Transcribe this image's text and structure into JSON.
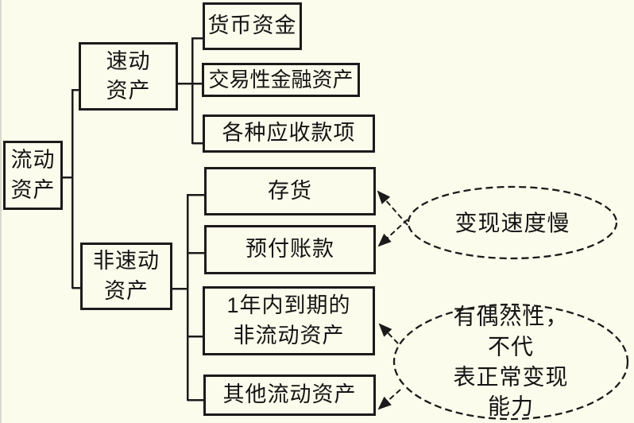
{
  "diagram": {
    "background_color": "#fcfcec",
    "line_color": "#1b1b1b",
    "text_color": "#141414",
    "nodes": {
      "current_assets": {
        "label": "流动\n资产"
      },
      "quick_assets": {
        "label": "速动\n资产"
      },
      "non_quick_assets": {
        "label": "非速动\n资产"
      },
      "monetary_funds": {
        "label": "货币资金"
      },
      "trading_financial_assets": {
        "label": "交易性金融资产"
      },
      "receivables": {
        "label": "各种应收款项"
      },
      "inventory": {
        "label": "存货"
      },
      "prepayments": {
        "label": "预付账款"
      },
      "noncurrent_due_within_1y": {
        "label": "1年内到期的\n非流动资产"
      },
      "other_current_assets": {
        "label": "其他流动资产"
      }
    },
    "annotations": {
      "slow_liquidation": {
        "label": "变现速度慢"
      },
      "incidental": {
        "label": "有偶然性，不代\n表正常变现能力"
      }
    }
  }
}
